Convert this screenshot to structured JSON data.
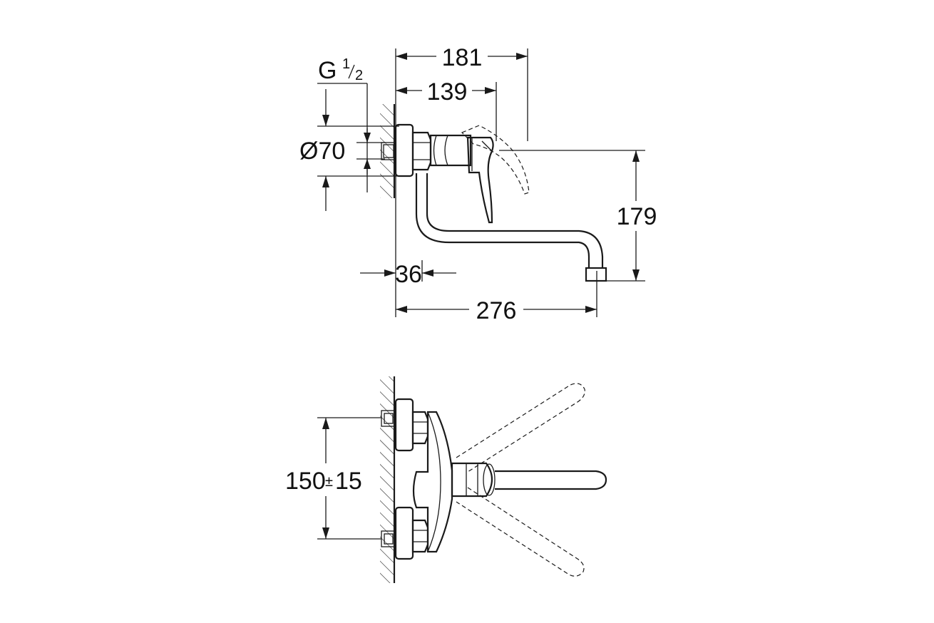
{
  "dimensions": {
    "d181": "181",
    "d139": "139",
    "thread_main": "G",
    "thread_num": "1",
    "thread_den": "2",
    "dia": "Ø70",
    "d179": "179",
    "d36": "36",
    "d276": "276",
    "d150": "150",
    "d150_tol": "±15"
  }
}
